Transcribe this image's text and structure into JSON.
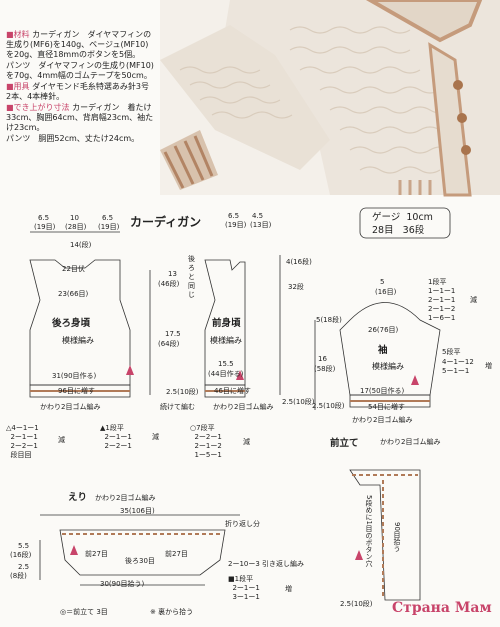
{
  "materials": {
    "heading_materials": "■材料",
    "line1": "カーディガン　ダイヤマフィンの生成り(MF6)を140g、ベージュ(MF10)を20g、直径18mmのボタンを5個。",
    "line2": "パンツ　ダイヤマフィンの生成り(MF10)を70g、4mm幅のゴムテープを50cm。",
    "heading_needles": "■用具",
    "needles": "ダイヤモンド毛糸特選あみ針3号 2本、4本棒針。",
    "heading_size": "■でき上がり寸法",
    "size1": "カーディガン　着たけ33cm、胸囲64cm、背肩幅23cm、袖たけ23cm。",
    "size2": "パンツ　胴囲52cm、丈たけ24cm。"
  },
  "gauge": {
    "label": "ゲージ",
    "width": "10cm",
    "rows": "28目",
    "stitches": "36段"
  },
  "cardigan_title": "カーディガン",
  "back": {
    "name": "後ろ身頃",
    "pattern": "模様編み",
    "top_dims": [
      "6.5",
      "(19目)",
      "10",
      "(28目)",
      "6.5",
      "(19目)"
    ],
    "neck": "14(段)",
    "shoulder": "22目伏",
    "chest": "23(66目)",
    "hem": "31(90目作る)",
    "hem_inc": "96目に増す",
    "rib": "かわり2目ゴム編み"
  },
  "front": {
    "name": "前身頃",
    "pattern": "模様編み",
    "top_dims": [
      "6.5",
      "(19目)",
      "4.5",
      "(13目)"
    ],
    "note": "後ろと同じ",
    "height1": "13",
    "height1b": "(46段)",
    "height2": "17.5",
    "height2b": "(64段)",
    "neck_rows": "4(16段)",
    "side_rows": "32段",
    "armhole": "15.5",
    "armhole_b": "(44目作る)",
    "hem_inc": "46目に増す",
    "rib": "かわり2目ゴム編み",
    "cont": "続けて編む",
    "rib_height": "2.5(10段)",
    "rib_height2": "2.5(10段)"
  },
  "sleeve": {
    "name": "袖",
    "pattern": "模様編み",
    "top": "5",
    "top_b": "(16目)",
    "cap": "5(18段)",
    "width": "26(76目)",
    "length": "16",
    "length_b": "(58段)",
    "cuff": "17(50目作る)",
    "cuff_inc": "54目に増す",
    "rib": "かわり2目ゴム編み",
    "rib_height": "2.5(10段)",
    "inc_label": "5段平",
    "inc1": "4ー1ー12",
    "inc2": "5ー1ー1",
    "inc_word": "増",
    "dec_rows": [
      "1段平",
      "1ー1ー1",
      "2ー1ー1",
      "2ー1ー2",
      "1ー6ー1"
    ],
    "dec_word": "減"
  },
  "formulas": {
    "f1": [
      "4ー1ー1",
      "2ー1ー1",
      "2ー2ー1",
      "段目回"
    ],
    "f1_word": "減",
    "f2": [
      "1段平",
      "2ー1ー1",
      "2ー2ー1"
    ],
    "f2_word": "減",
    "f3": [
      "7段平",
      "2ー2ー1",
      "2ー1ー2",
      "1ー5ー1"
    ],
    "f3_word": "減"
  },
  "front_band": {
    "title": "前立て",
    "rib": "かわり2目ゴム編み",
    "pick": "90目拾う",
    "buttonhole": "5段めに1目のボタン穴",
    "rib_height": "2.5(10段)",
    "rows": "(10段)"
  },
  "collar": {
    "title": "えり",
    "rib": "かわり2目ゴム編み",
    "width": "35(106目)",
    "fold": "折り返し分",
    "left_h": "5.5",
    "left_h_b": "(16段)",
    "left_h2": "2.5",
    "left_h2_b": "(8段)",
    "cast": "30(90目拾う)",
    "rows27a": "前27目",
    "rows30": "後ろ30目",
    "rows27b": "前27目",
    "short_rows": "2ー10ー3 引き返し編み",
    "f4": [
      "1段平",
      "2ー1ー1",
      "3ー1ー1"
    ],
    "f4_word": "増",
    "legend1": "◎＝前立て 3目",
    "legend2": "※ 裏から拾う"
  },
  "watermark": "Страна Мам"
}
